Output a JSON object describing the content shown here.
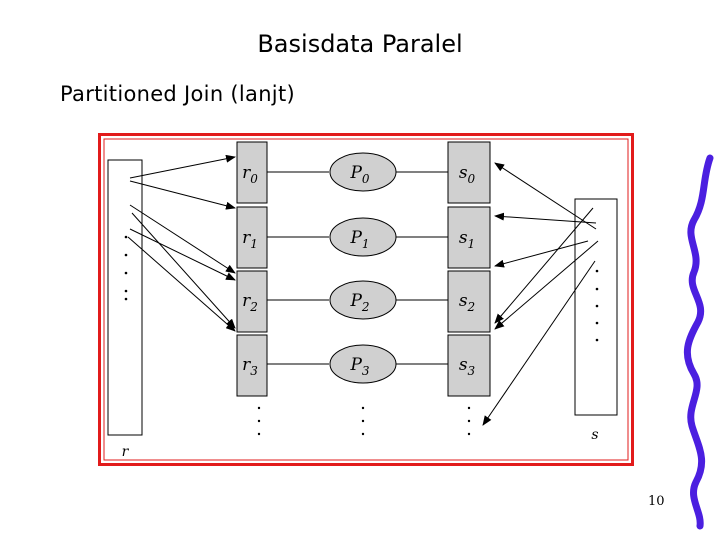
{
  "slide": {
    "title": "Basisdata Paralel",
    "subtitle": "Partitioned Join (lanjt)",
    "page_number": "10"
  },
  "diagram": {
    "relation_r_label": "r",
    "relation_s_label": "s",
    "r_partitions": [
      {
        "base": "r",
        "sub": "0"
      },
      {
        "base": "r",
        "sub": "1"
      },
      {
        "base": "r",
        "sub": "2"
      },
      {
        "base": "r",
        "sub": "3"
      }
    ],
    "processors": [
      {
        "base": "P",
        "sub": "0"
      },
      {
        "base": "P",
        "sub": "1"
      },
      {
        "base": "P",
        "sub": "2"
      },
      {
        "base": "P",
        "sub": "3"
      }
    ],
    "s_partitions": [
      {
        "base": "s",
        "sub": "0"
      },
      {
        "base": "s",
        "sub": "1"
      },
      {
        "base": "s",
        "sub": "2"
      },
      {
        "base": "s",
        "sub": "3"
      }
    ]
  },
  "colors": {
    "frame_red": "#e21b1b",
    "box_gray": "#d0d0d0",
    "squiggle_blue": "#4b1fe0"
  }
}
